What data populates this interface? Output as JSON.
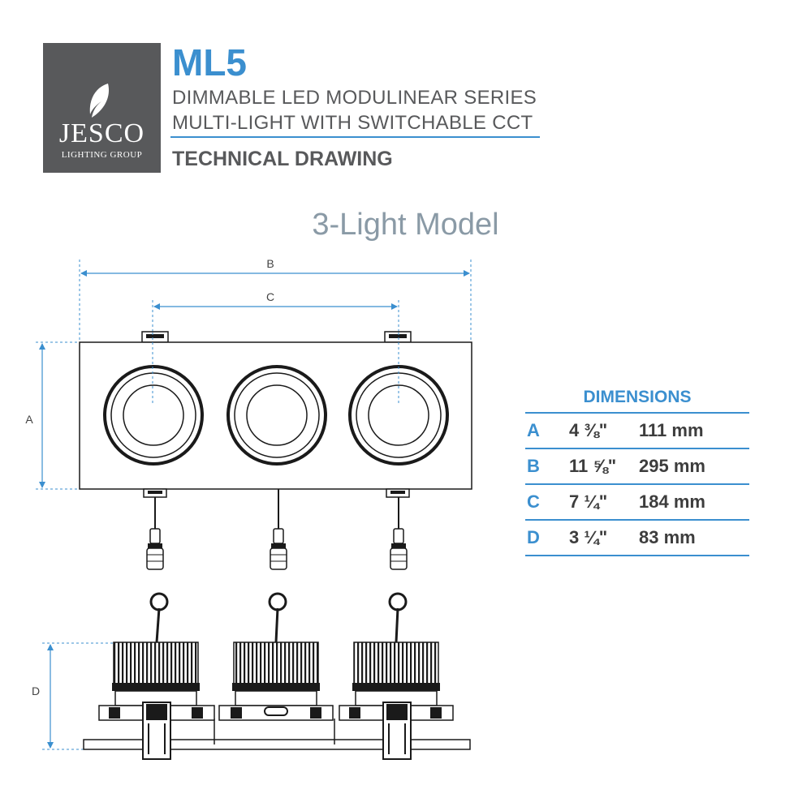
{
  "logo": {
    "name": "JESCO",
    "subtitle": "LIGHTING GROUP"
  },
  "header": {
    "model": "ML5",
    "series_line_1": "DIMMABLE LED MODULINEAR SERIES",
    "series_line_2": "MULTI-LIGHT WITH SWITCHABLE CCT",
    "doc_type": "TECHNICAL DRAWING"
  },
  "subtitle": "3-Light Model",
  "drawing": {
    "labels": {
      "a": "A",
      "b": "B",
      "c": "C",
      "d": "D"
    },
    "line_color": "#1a1a1a",
    "dim_color": "#3b8fcf"
  },
  "dimensions": {
    "title": "DIMENSIONS",
    "rows": [
      {
        "letter": "A",
        "inches": "4 ⅜\"",
        "mm": "111 mm"
      },
      {
        "letter": "B",
        "inches": "11 ⅝\"",
        "mm": "295 mm"
      },
      {
        "letter": "C",
        "inches": "7 ¼\"",
        "mm": "184 mm"
      },
      {
        "letter": "D",
        "inches": "3 ¼\"",
        "mm": "83 mm"
      }
    ]
  }
}
